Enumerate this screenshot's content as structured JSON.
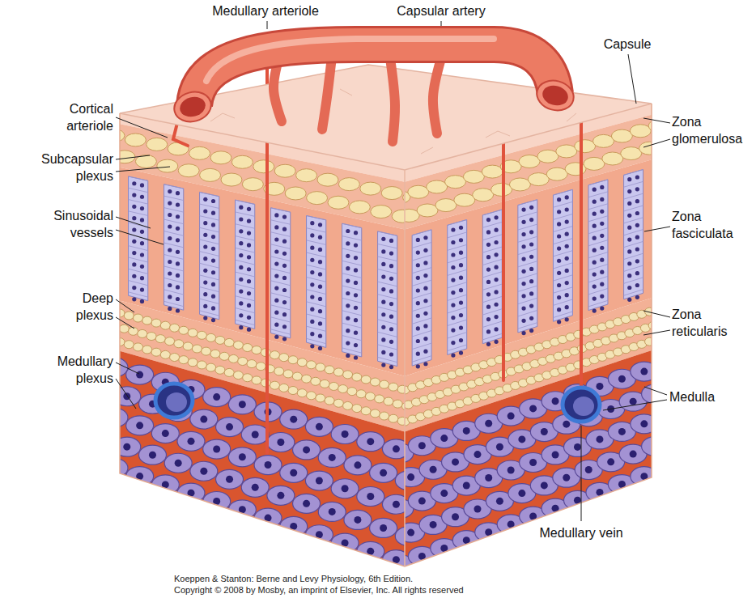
{
  "diagram": {
    "labels": [
      "Medullary arteriole",
      "Capsular artery",
      "Capsule",
      "Cortical arteriole",
      "Zona glomerulosa",
      "Subcapsular plexus",
      "Sinusoidal vessels",
      "Zona fasciculata",
      "Deep plexus",
      "Zona reticularis",
      "Medullary plexus",
      "Medulla",
      "Medullary vein",
      "Koeppen & Stanton: Berne and Levy Physiology, 6th Edition.",
      "Copyright © 2008 by Mosby, an imprint of Elsevier, Inc. All rights reserved"
    ]
  }
}
